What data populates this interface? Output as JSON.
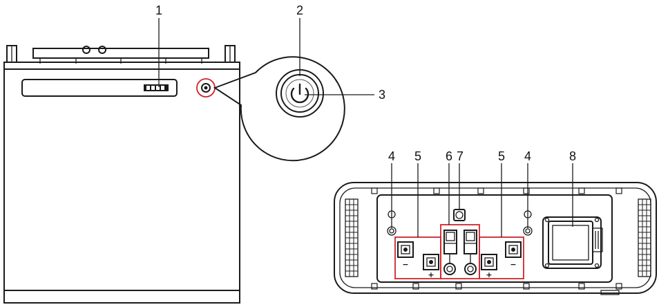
{
  "figure": {
    "front_view": {
      "callouts": [
        {
          "id": "c1",
          "label": "1"
        },
        {
          "id": "c2",
          "label": "2"
        },
        {
          "id": "c3",
          "label": "3"
        }
      ]
    },
    "side_view": {
      "callouts": [
        {
          "id": "c4a",
          "label": "4"
        },
        {
          "id": "c5a",
          "label": "5"
        },
        {
          "id": "c6",
          "label": "6"
        },
        {
          "id": "c7",
          "label": "7"
        },
        {
          "id": "c5b",
          "label": "5"
        },
        {
          "id": "c4b",
          "label": "4"
        },
        {
          "id": "c8",
          "label": "8"
        }
      ],
      "polarity": {
        "left_top": "−",
        "left_bottom": "+",
        "right_top": "−",
        "right_bottom": "+"
      }
    },
    "highlight_color": "#d0242b",
    "line_color": "#1a1a1a",
    "icons": [
      "power-icon"
    ]
  }
}
